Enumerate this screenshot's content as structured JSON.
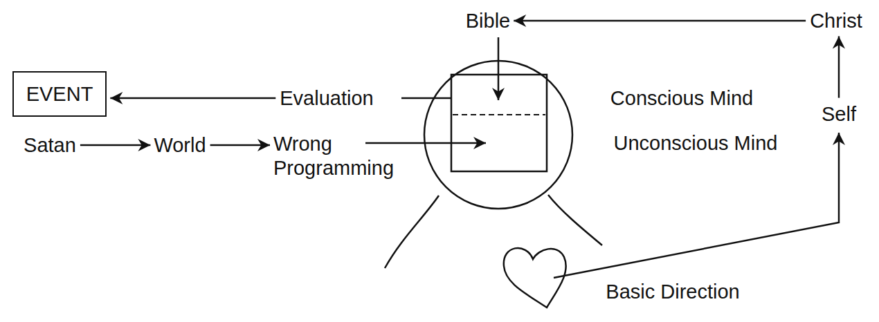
{
  "diagram": {
    "nodes": [
      {
        "text": [
          "Bible"
        ]
      },
      {
        "text": [
          "Christ"
        ]
      },
      {
        "text": [
          "EVENT"
        ]
      },
      {
        "text": [
          "Evaluation"
        ]
      },
      {
        "text": [
          "Self"
        ]
      },
      {
        "text": [
          "Satan"
        ]
      },
      {
        "text": [
          "World"
        ]
      },
      {
        "text": [
          "Wrong Programming"
        ]
      }
    ],
    "edges": [
      {
        "from": 1,
        "to": 0,
        "arrow": "to"
      },
      {
        "from": 3,
        "to": 2,
        "arrow": "to"
      },
      {
        "from": 4,
        "to": 1,
        "arrow": "to"
      },
      {
        "from": 5,
        "to": 6,
        "arrow": "to"
      },
      {
        "from": 6,
        "to": 7,
        "arrow": "to"
      }
    ],
    "labels": [
      "Conscious Mind",
      "Unconscious Mind",
      "Basic Direction"
    ]
  }
}
